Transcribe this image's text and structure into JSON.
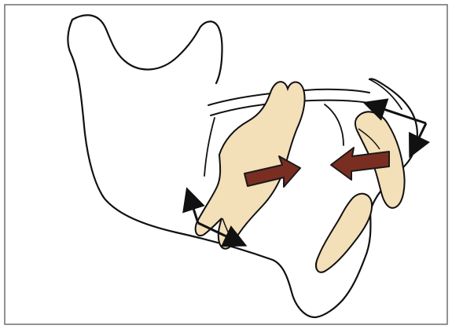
{
  "figure": {
    "colors": {
      "frame": "#6f6f6f",
      "outline": "#111111",
      "tooth_fill": "#f3dfb8",
      "arrow_fill": "#7a2e22",
      "arrow_stroke": "#1a1a1a",
      "vector": "#111111"
    },
    "elements": [
      "mandible-outline",
      "impacted-molar",
      "adjacent-teeth",
      "force-arrows",
      "movement-vectors"
    ]
  }
}
